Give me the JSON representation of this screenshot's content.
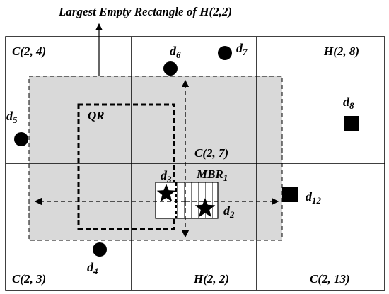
{
  "title": "Largest Empty Rectangle of H(2,2)",
  "cells": {
    "top_left": "C(2, 4)",
    "top_right": "H(2, 8)",
    "center": "C(2, 7)",
    "bottom_left": "C(2, 3)",
    "bottom_center": "H(2, 2)",
    "bottom_right": "C(2, 13)"
  },
  "query_label": "QR",
  "mbr_label": {
    "base": "MBR",
    "sub": "1"
  },
  "points": [
    {
      "id": "d2",
      "base": "d",
      "sub": "2",
      "shape": "star"
    },
    {
      "id": "d3",
      "base": "d",
      "sub": "3",
      "shape": "star"
    },
    {
      "id": "d4",
      "base": "d",
      "sub": "4",
      "shape": "circle"
    },
    {
      "id": "d5",
      "base": "d",
      "sub": "5",
      "shape": "circle"
    },
    {
      "id": "d6",
      "base": "d",
      "sub": "6",
      "shape": "circle"
    },
    {
      "id": "d7",
      "base": "d",
      "sub": "7",
      "shape": "circle"
    },
    {
      "id": "d8",
      "base": "d",
      "sub": "8",
      "shape": "square"
    },
    {
      "id": "d12",
      "base": "d",
      "sub": "12",
      "shape": "square"
    }
  ],
  "colors": {
    "empty_rectangle_fill": "#d9d9d9",
    "stroke": "#000000"
  }
}
